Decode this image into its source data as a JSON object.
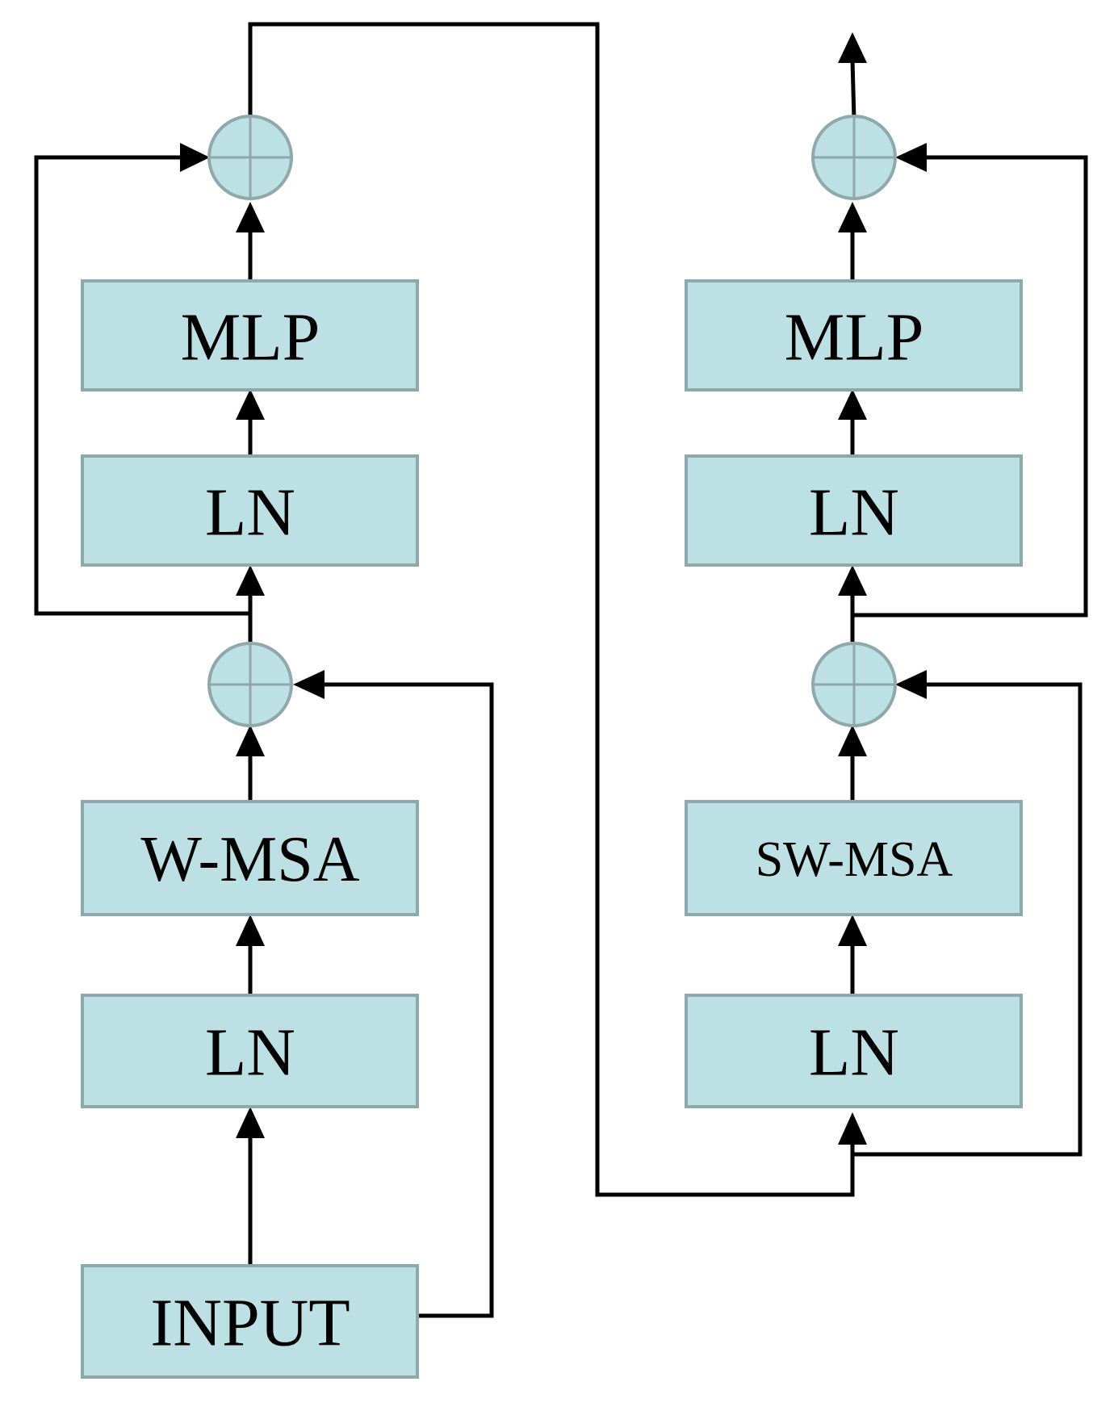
{
  "colors": {
    "block_fill": "#bce0e3",
    "block_border": "#8fa8ab",
    "line": "#000000",
    "background": "#ffffff"
  },
  "left_branch": {
    "input": "INPUT",
    "ln_1": "LN",
    "attention": "W-MSA",
    "ln_2": "LN",
    "mlp": "MLP",
    "add_1_icon": "circle-plus-icon",
    "add_2_icon": "circle-plus-icon"
  },
  "right_branch": {
    "ln_1": "LN",
    "attention": "SW-MSA",
    "ln_2": "LN",
    "mlp": "MLP",
    "add_1_icon": "circle-plus-icon",
    "add_2_icon": "circle-plus-icon"
  }
}
